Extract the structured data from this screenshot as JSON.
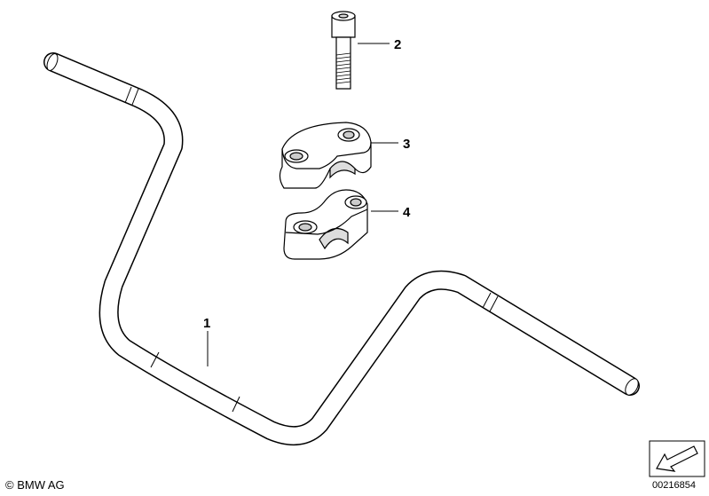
{
  "callouts": [
    {
      "number": "1",
      "part": "handlebar"
    },
    {
      "number": "2",
      "part": "bolt"
    },
    {
      "number": "3",
      "part": "upper-clamp"
    },
    {
      "number": "4",
      "part": "lower-clamp"
    }
  ],
  "footer": {
    "copyright": "© BMW AG",
    "diagram_id": "00216854"
  },
  "icons": {
    "view_direction": "arrow-view-icon"
  }
}
